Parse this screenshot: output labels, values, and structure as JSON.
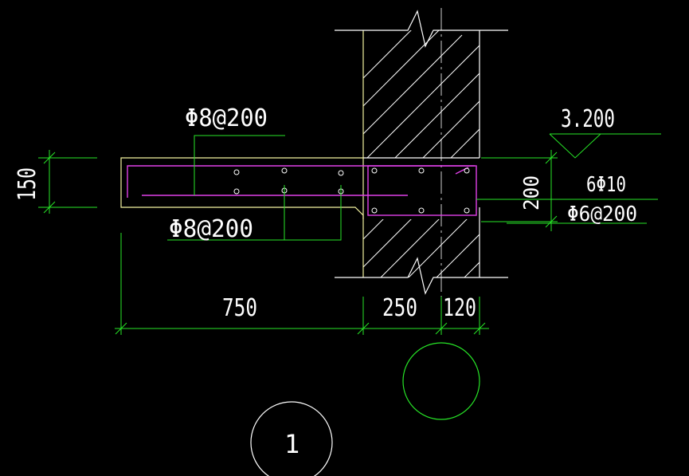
{
  "colors": {
    "background": "#000000",
    "structure": "#f4f4a0",
    "outline": "#ffffff",
    "dimension": "#27e627",
    "rebar": "#e040e8",
    "text": "#ffffff"
  },
  "labels": {
    "top_rebar": "Φ8@200",
    "bottom_rebar": "Φ8@200",
    "elevation": "3.200",
    "beam_main_bars": "6Φ10",
    "beam_stirrups": "Φ6@200",
    "beam_depth": "200",
    "slab_thickness": "150",
    "dim_overhang": "750",
    "dim_beam": "250",
    "dim_wall": "120",
    "detail_number": "1"
  }
}
